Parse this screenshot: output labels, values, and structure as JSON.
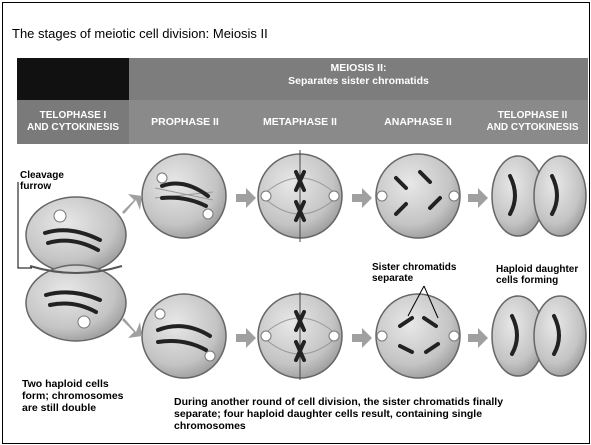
{
  "slide_title": "The stages of meiotic cell division: Meiosis II",
  "meiosis_header": {
    "line1": "MEIOSIS II:",
    "line2": "Separates sister chromatids"
  },
  "stages": {
    "telophase1": {
      "line1": "TELOPHASE I",
      "line2": "AND CYTOKINESIS"
    },
    "prophase2": "PROPHASE II",
    "metaphase2": "METAPHASE II",
    "anaphase2": "ANAPHASE II",
    "telophase2": {
      "line1": "TELOPHASE II",
      "line2": "AND CYTOKINESIS"
    }
  },
  "labels": {
    "cleavage_furrow": {
      "line1": "Cleavage",
      "line2": "furrow"
    },
    "sister_chromatids": {
      "line1": "Sister chromatids",
      "line2": "separate"
    },
    "haploid_forming": {
      "line1": "Haploid daughter",
      "line2": "cells forming"
    },
    "two_haploid": {
      "line1": "Two haploid cells",
      "line2": "form; chromosomes",
      "line3": "are still double"
    },
    "during_another": {
      "line1": "During another round of cell division, the sister chromatids finally",
      "line2": "separate; four haploid daughter cells result, containing single",
      "line3": "chromosomes"
    }
  },
  "colors": {
    "header_dark": "#111111",
    "header_band": "#7d7d7d",
    "stage_row": "#8a8a8a",
    "cell_fill": "#c8c8c8",
    "arrow_fill": "#a0a0a0"
  },
  "icons": [
    "arrow-right-icon",
    "centrosome-icon",
    "chromosome-icon",
    "spindle-icon"
  ]
}
